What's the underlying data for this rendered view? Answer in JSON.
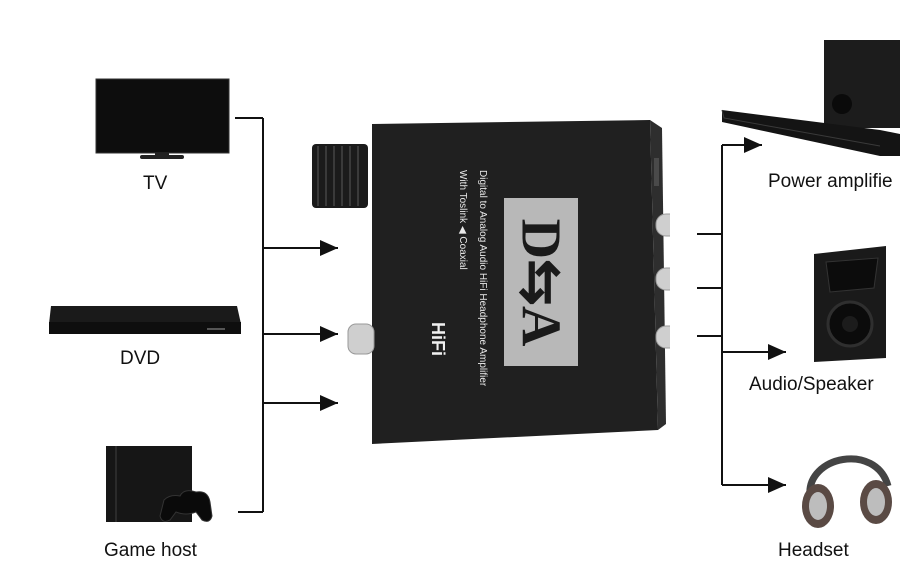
{
  "sources": [
    {
      "label": "TV",
      "icon": "tv-icon"
    },
    {
      "label": "DVD",
      "icon": "dvd-player-icon"
    },
    {
      "label": "Game host",
      "icon": "game-console-icon"
    }
  ],
  "outputs": [
    {
      "label": "Power amplifie",
      "icon": "soundbar-subwoofer-icon"
    },
    {
      "label": "Audio/Speaker",
      "icon": "speaker-icon"
    },
    {
      "label": "Headset",
      "icon": "headphones-icon"
    }
  ],
  "device": {
    "logo_text": "D⇆A",
    "model_text": "HiFi",
    "line1": "Digital to Analog Audio HiFi Headphone Amplifier",
    "line2": "With Toslink ◀ Coaxial",
    "colors": {
      "body": "#1e1e1e",
      "panel": "#b8b8b8",
      "accent": "#c0392b"
    }
  }
}
